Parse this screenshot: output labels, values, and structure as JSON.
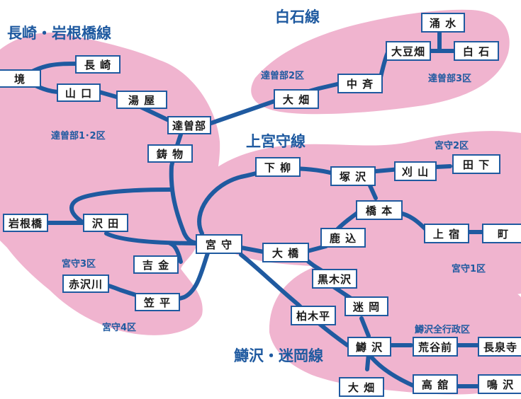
{
  "colors": {
    "area_fill": "#f0b4cf",
    "route_line": "#1f5aa0",
    "label_text": "#1f5aa0",
    "station_border": "#1f5aa0"
  },
  "line_titles": {
    "nagasaki_iwanehashi": "長崎・岩根橋線",
    "shiraishi": "白石線",
    "kamimiyamori": "上宮守線",
    "masuzawa_meoka": "鱒沢・迷岡線"
  },
  "regions": {
    "tassobe_1_2": "達曽部1･2区",
    "tassobe_2": "達曽部2区",
    "tassobe_3": "達曽部3区",
    "miyamori_2": "宮守2区",
    "miyamori_1": "宮守1区",
    "miyamori_3": "宮守3区",
    "miyamori_4": "宮守4区",
    "masuzawa_zenko": "鱒沢全行政区"
  },
  "stations": {
    "sakai": "境",
    "nagasaki": "長 崎",
    "yamaguchi": "山 口",
    "yuya": "湯 屋",
    "tassobe": "達曽部",
    "imono": "鋳 物",
    "iwanehashi": "岩根橋",
    "sawada": "沢 田",
    "kichikane": "吉 金",
    "akazawagawa": "赤沢川",
    "kasadaira": "笠 平",
    "miyamori": "宮 守",
    "ohashi": "大 橋",
    "kaoko": "鹿 込",
    "shimohoki": "下 柳",
    "tsukazawa": "塚 沢",
    "kariyama": "刈 山",
    "tashimo": "田 下",
    "hashimoto": "橋 本",
    "kamijuku": "上 宿",
    "machi": "町",
    "wakimizu": "涌 水",
    "ozuhata": "大豆畑",
    "shiraishi": "白 石",
    "nakasai": "中 斉",
    "ohata_north": "大 畑",
    "kurokisawa": "黒木沢",
    "kashiwagidaira": "柏木平",
    "meoka": "迷 岡",
    "masuzawa": "鱒 沢",
    "araya_mae": "荒谷前",
    "chosenji": "長泉寺",
    "ohata_south": "大 畑",
    "takadate": "高 舘",
    "narusawa": "鳴 沢"
  }
}
